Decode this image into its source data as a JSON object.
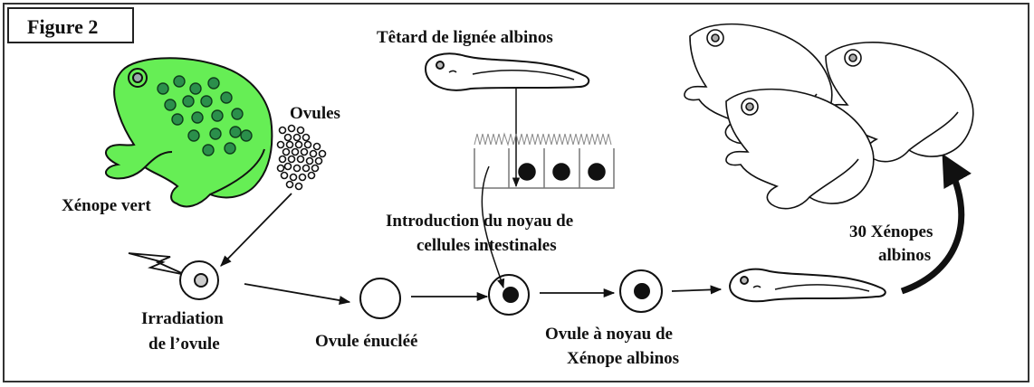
{
  "figure_label": "Figure 2",
  "labels": {
    "green_frog": "Xénope vert",
    "ovules": "Ovules",
    "tadpole_title": "Têtard de lignée albinos",
    "nucleus_intro_line1": "Introduction du noyau de",
    "nucleus_intro_line2": "cellules intestinales",
    "irradiation_line1": "Irradiation",
    "irradiation_line2": "de l’ovule",
    "enucleated": "Ovule énucléé",
    "nucleus_ovule_line1": "Ovule à noyau  de",
    "nucleus_ovule_line2": "Xénope albinos",
    "albino_count_line1": "30 Xénopes",
    "albino_count_line2": "albinos"
  },
  "colors": {
    "green_frog": "#66ee55",
    "outline": "#111111",
    "frame": "#333333"
  },
  "icons": [
    "green-frog-icon",
    "ovules-cluster-icon",
    "tadpole-icon",
    "intestinal-cells-icon",
    "lightning-icon",
    "albino-frog-icon"
  ]
}
